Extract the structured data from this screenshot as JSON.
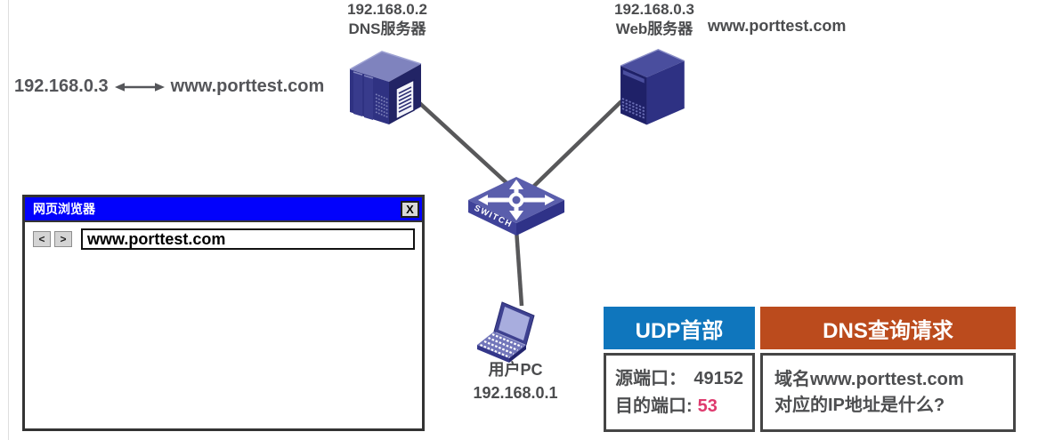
{
  "diagram": {
    "dns_server": {
      "ip": "192.168.0.2",
      "name": "DNS服务器"
    },
    "web_server": {
      "ip": "192.168.0.3",
      "name": "Web服务器",
      "domain": "www.porttest.com"
    },
    "mapping": {
      "ip": "192.168.0.3",
      "domain": "www.porttest.com"
    },
    "switch_label": "SWITCH",
    "user_pc": {
      "name": "用户PC",
      "ip": "192.168.0.1"
    }
  },
  "browser_window": {
    "title": "网页浏览器",
    "close_button": "X",
    "back_button": "<",
    "forward_button": ">",
    "address_value": "www.porttest.com"
  },
  "packet_table": {
    "udp_header": {
      "title": "UDP首部",
      "source_port_label": "源端口：",
      "source_port_value": "49152",
      "dest_port_label": "目的端口:",
      "dest_port_value": "53"
    },
    "dns_query": {
      "title": "DNS查询请求",
      "question_line1": "域名www.porttest.com",
      "question_line2": "对应的IP地址是什么?"
    }
  },
  "colors": {
    "udp_header_bg": "#0F76BD",
    "dns_header_bg": "#BB4B1D",
    "browser_titlebar_bg": "#0202FC",
    "dest_port_value_color": "#DE3A6E",
    "diagram_text": "#4B4C4E",
    "wire": "#58585A",
    "device_navy": "#2B2D7C"
  }
}
